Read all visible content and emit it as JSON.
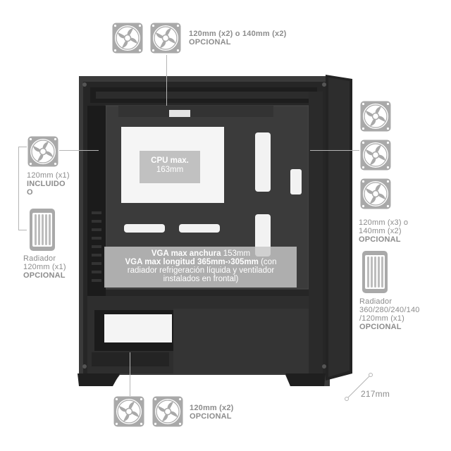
{
  "labels": {
    "top_fans_size": "120mm (x2) o 140mm (x2)",
    "top_fans_opt": "OPCIONAL",
    "left_fan_size": "120mm (x1)",
    "left_fan_incl": "INCLUIDO",
    "left_fan_incl2": "O",
    "left_rad_title": "Radiador",
    "left_rad_size": "120mm (x1)",
    "left_rad_opt": "OPCIONAL",
    "right_fans_size1": "120mm (x3) o",
    "right_fans_size2": "140mm (x2)",
    "right_fans_opt": "OPCIONAL",
    "right_rad_title": "Radiador",
    "right_rad_size1": "360/280/240/140",
    "right_rad_size2": "/120mm (x1)",
    "right_rad_opt": "OPCIONAL",
    "bottom_fans_size": "120mm (x2)",
    "bottom_fans_opt": "OPCIONAL",
    "depth": "217mm"
  },
  "cpu": {
    "line1": "CPU max.",
    "line2": "163mm"
  },
  "vga": {
    "width_label": "VGA max anchura",
    "width_value": "153mm",
    "length_label": "VGA max longitud 365mm-›305mm",
    "length_rest": "(con",
    "line2": "radiador refrigeración líquida y ventilador",
    "line3": "instalados en frontal)"
  },
  "icons": {
    "fan": "fan-icon",
    "radiator": "radiator-icon"
  },
  "colors": {
    "case_body": "#2a2a2a",
    "case_panel": "#1e1e1e",
    "accent_gray": "#9a9a9a",
    "line_gray": "#b5b5b5"
  }
}
